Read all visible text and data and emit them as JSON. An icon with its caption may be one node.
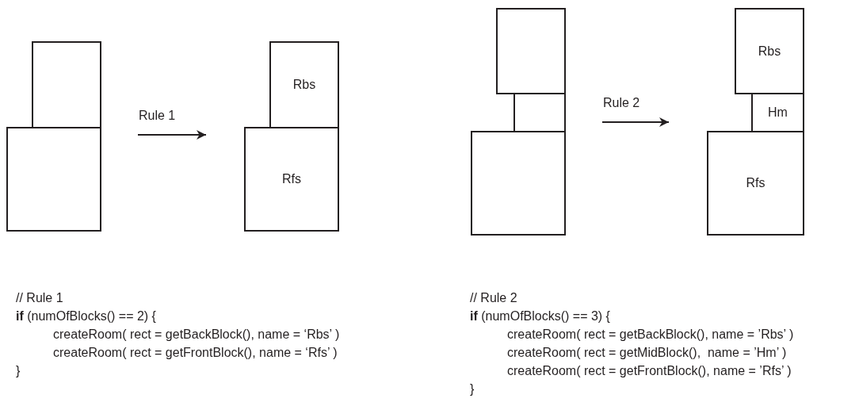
{
  "diagram": {
    "nodes": [
      {
        "text": [],
        "shape": "box"
      },
      {
        "text": [],
        "shape": "box"
      },
      {
        "text": [
          "Rbs"
        ]
      },
      {
        "text": [
          "Rfs"
        ]
      },
      {
        "text": [],
        "shape": "box"
      },
      {
        "text": [],
        "shape": "box"
      },
      {
        "text": [],
        "shape": "box"
      },
      {
        "text": [
          "Rbs"
        ]
      },
      {
        "text": [
          "Hm"
        ]
      },
      {
        "text": [
          "Rfs"
        ]
      }
    ],
    "edges": [
      {
        "from": 1,
        "to": 3,
        "arrow": "to",
        "label": "Rule 1"
      },
      {
        "from": 5,
        "to": 9,
        "arrow": "to",
        "label": "Rule 2"
      }
    ],
    "labels": [
      "// Rule 1",
      "**if** (numOfBlocks() == 2) {",
      "createRoom( rect = getBackBlock(), name = ‘Rbs’ )",
      "createRoom( rect = getFrontBlock(), name = ‘Rfs’ )",
      "}",
      "// Rule 2",
      "**if** (numOfBlocks() == 3) {",
      "createRoom( rect = getBackBlock(), name = ’Rbs’ )",
      "createRoom( rect = getMidBlock(),  name = ’Hm’ )",
      "createRoom( rect = getFrontBlock(), name = ’Rfs’ )",
      "}"
    ]
  }
}
